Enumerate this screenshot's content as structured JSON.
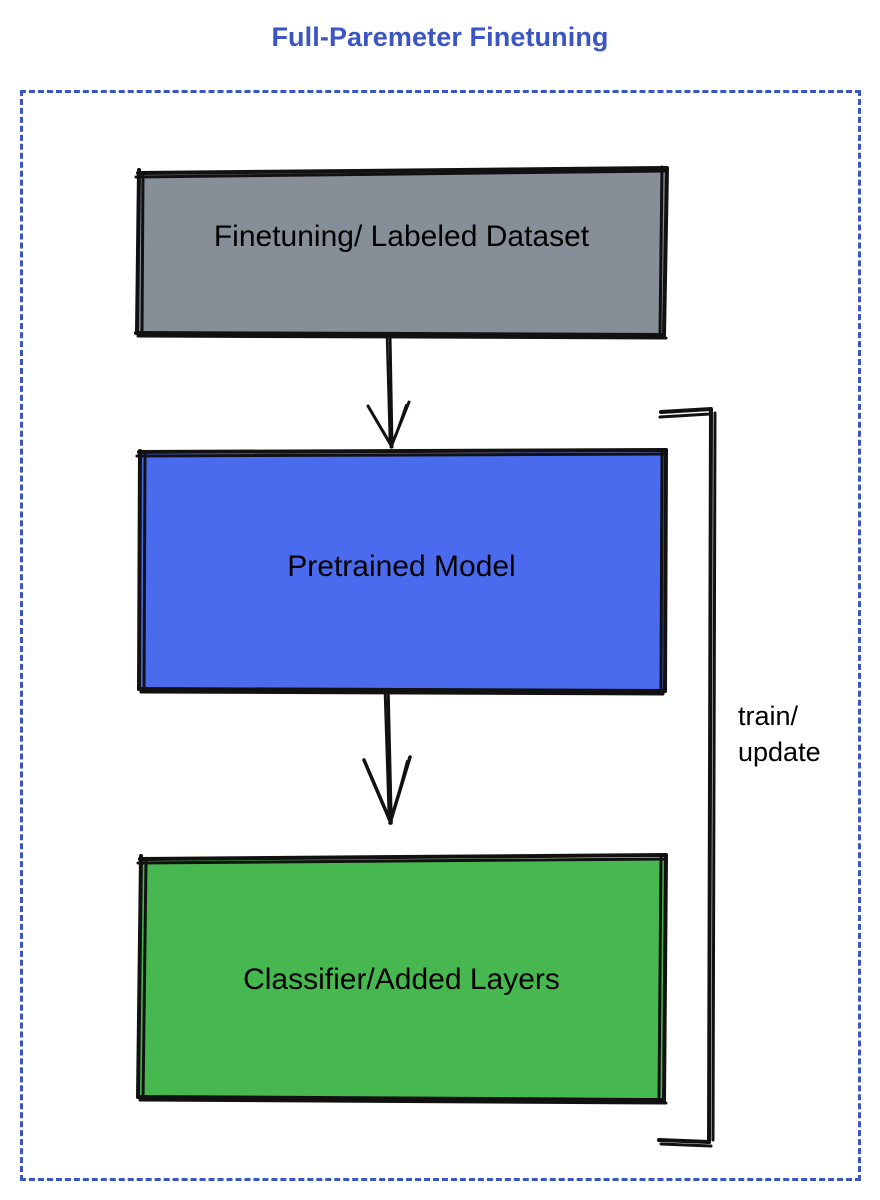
{
  "title": "Full-Paremeter Finetuning",
  "colors": {
    "title": "#3b55c4",
    "frame_border": "#3b55c4",
    "dataset_fill": "#868e98",
    "pretrained_fill": "#4b6bef",
    "classifier_fill": "#47b84f",
    "stroke": "#111111",
    "label_text": "#000000",
    "background": "#ffffff"
  },
  "nodes": [
    {
      "id": "dataset",
      "label": "Finetuning/ Labeled Dataset",
      "fill": "#868e98"
    },
    {
      "id": "pretrained",
      "label": "Pretrained Model",
      "fill": "#4b6bef"
    },
    {
      "id": "classifier",
      "label": "Classifier/Added Layers",
      "fill": "#47b84f"
    }
  ],
  "edges": [
    {
      "id": "arrow-1",
      "from": "dataset",
      "to": "pretrained",
      "label": ""
    },
    {
      "id": "arrow-2",
      "from": "pretrained",
      "to": "classifier",
      "label": ""
    },
    {
      "id": "feedback",
      "from": "classifier",
      "to": "pretrained",
      "label_line_1": "train/",
      "label_line_2": "update"
    }
  ],
  "feedback": {
    "line_1": "train/",
    "line_2": "update"
  }
}
